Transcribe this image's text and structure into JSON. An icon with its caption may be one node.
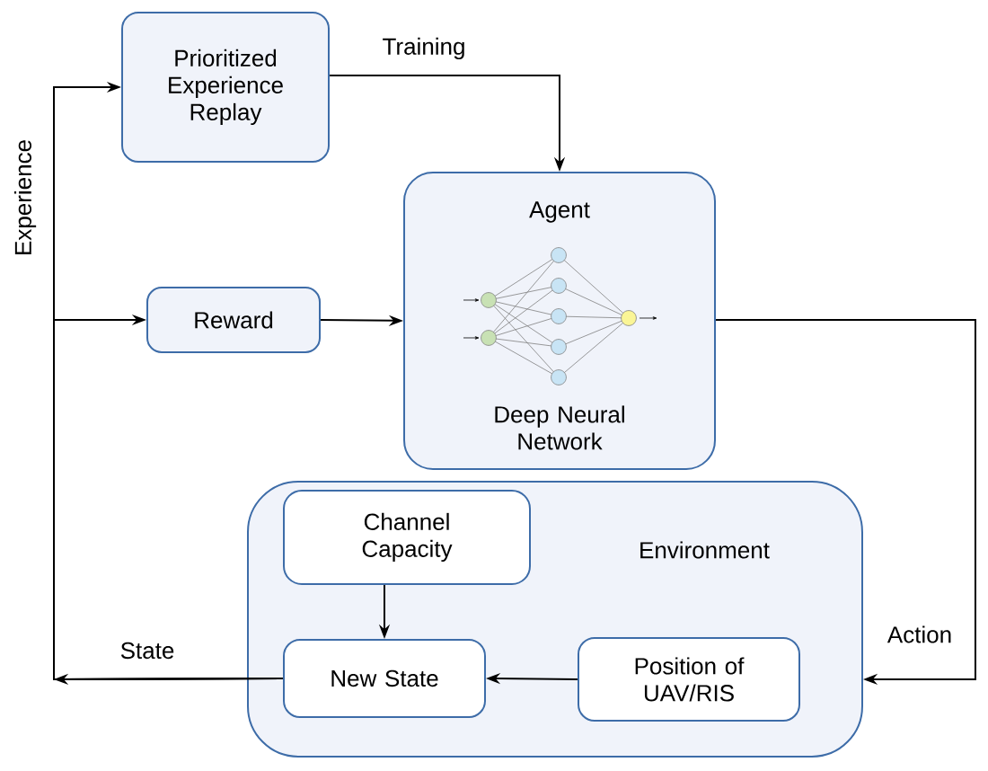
{
  "diagram": {
    "nodes": [
      {
        "text": [
          "Prioritized Experience Replay"
        ]
      },
      {
        "text": [
          "Agent",
          "Deep Neural Network"
        ]
      },
      {
        "text": [
          "Reward"
        ]
      },
      {
        "text": [
          "Environment"
        ]
      },
      {
        "text": [
          "Channel Capacity"
        ],
        "in": 3
      },
      {
        "text": [
          "New State"
        ],
        "in": 3
      },
      {
        "text": [
          "Position of UAV/RIS"
        ],
        "in": 3
      }
    ],
    "edges": [
      {
        "from": 5,
        "to": null,
        "arrow": "to",
        "label": "State"
      },
      {
        "from": 5,
        "to": 0,
        "arrow": "to",
        "label": "Experience"
      },
      {
        "from": 5,
        "to": 2,
        "arrow": "to"
      },
      {
        "from": 0,
        "to": 1,
        "arrow": "to",
        "label": "Training"
      },
      {
        "from": 2,
        "to": 1,
        "arrow": "to"
      },
      {
        "from": 1,
        "to": 3,
        "arrow": "to",
        "label": "Action"
      },
      {
        "from": 6,
        "to": 5,
        "arrow": "to"
      },
      {
        "from": 4,
        "to": 5,
        "arrow": "to"
      }
    ]
  }
}
